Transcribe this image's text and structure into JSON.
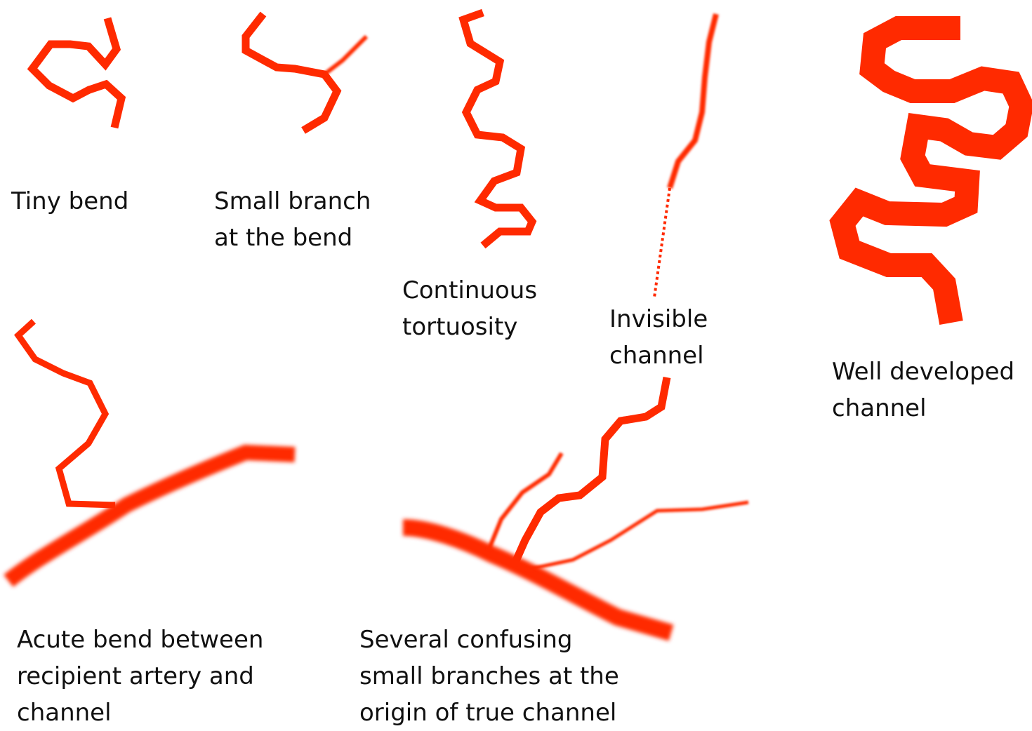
{
  "colors": {
    "vessel": "#FF2A00",
    "background": "#FFFFFF",
    "text": "#111111"
  },
  "panels": [
    {
      "id": "tiny-bend",
      "lines": [
        "Tiny bend"
      ]
    },
    {
      "id": "small-branch",
      "lines": [
        "Small branch",
        "at the bend"
      ]
    },
    {
      "id": "continuous-tortuosity",
      "lines": [
        "Continuous",
        "tortuosity"
      ]
    },
    {
      "id": "invisible-channel",
      "lines": [
        "Invisible",
        "channel"
      ]
    },
    {
      "id": "well-developed",
      "lines": [
        "Well developed",
        "channel"
      ]
    },
    {
      "id": "acute-bend",
      "lines": [
        "Acute bend between",
        "recipient artery and",
        "channel"
      ]
    },
    {
      "id": "confusing-branches",
      "lines": [
        "Several confusing",
        "small branches at the",
        "origin of true channel"
      ]
    }
  ]
}
